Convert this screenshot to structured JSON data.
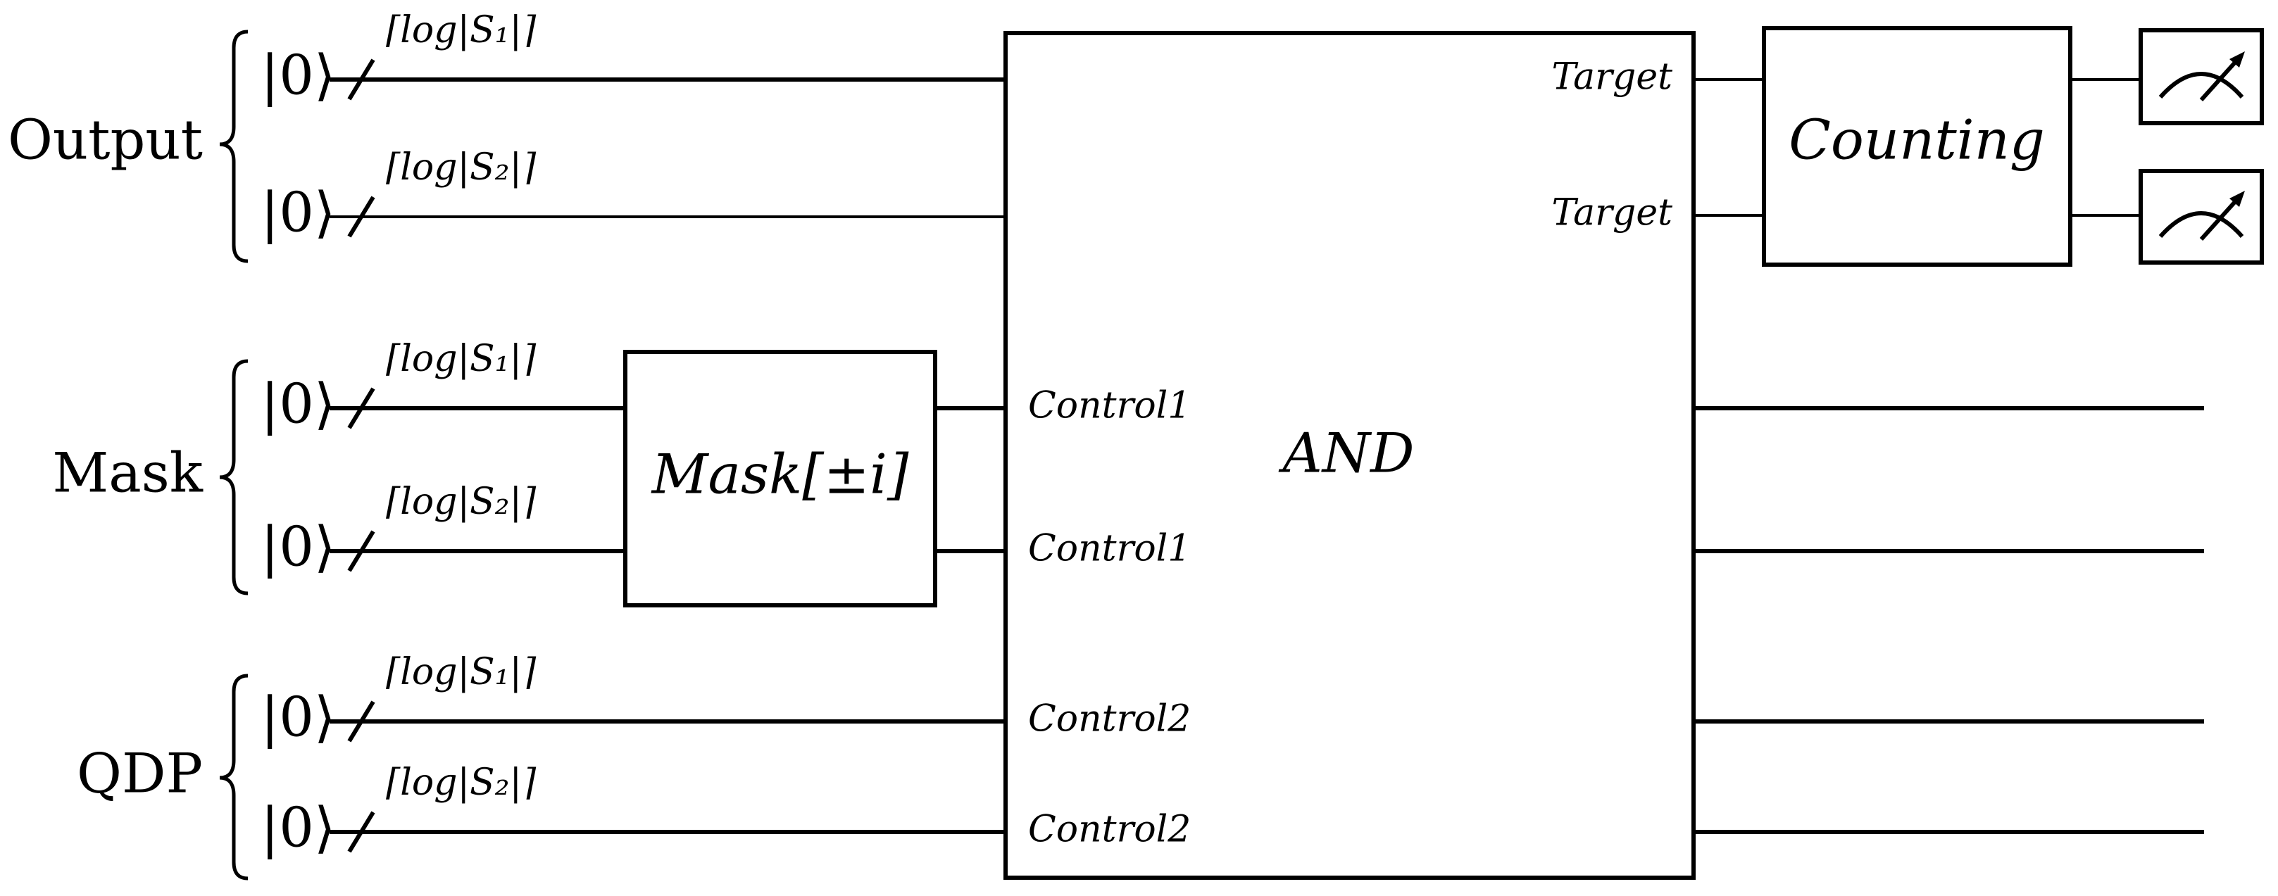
{
  "registers": [
    {
      "name": "Output",
      "qubits": [
        {
          "ket": "|0⟩",
          "size_label": "⌈log|S₁|⌉"
        },
        {
          "ket": "|0⟩",
          "size_label": "⌈log|S₂|⌉"
        }
      ]
    },
    {
      "name": "Mask",
      "qubits": [
        {
          "ket": "|0⟩",
          "size_label": "⌈log|S₁|⌉"
        },
        {
          "ket": "|0⟩",
          "size_label": "⌈log|S₂|⌉"
        }
      ]
    },
    {
      "name": "QDP",
      "qubits": [
        {
          "ket": "|0⟩",
          "size_label": "⌈log|S₁|⌉"
        },
        {
          "ket": "|0⟩",
          "size_label": "⌈log|S₂|⌉"
        }
      ]
    }
  ],
  "gates": {
    "mask": {
      "label": "Mask[±i]"
    },
    "and": {
      "label": "AND",
      "ports": [
        "Target",
        "Target",
        "Control1",
        "Control1",
        "Control2",
        "Control2"
      ]
    },
    "counting": {
      "label": "Counting"
    }
  },
  "measurements": [
    {
      "icon": "measurement-meter-icon"
    },
    {
      "icon": "measurement-meter-icon"
    }
  ]
}
